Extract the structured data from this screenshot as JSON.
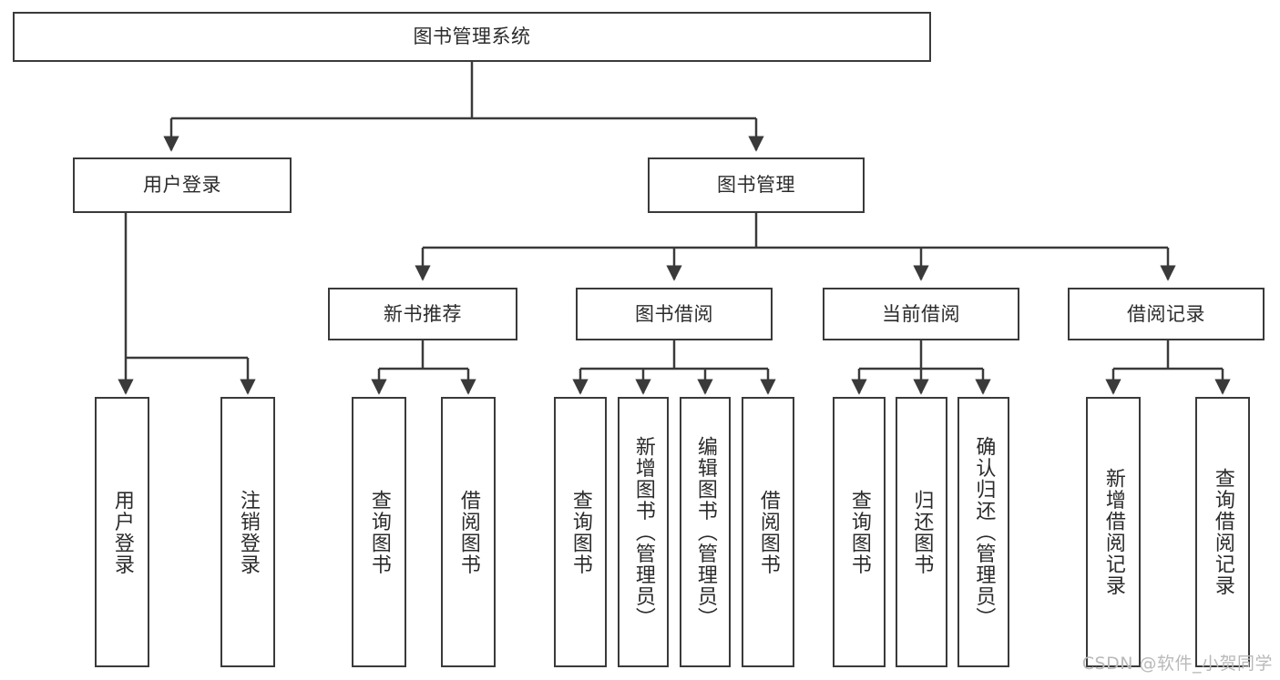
{
  "diagram": {
    "title": "图书管理系统",
    "type": "tree-hierarchy-diagram",
    "root": {
      "label": "图书管理系统"
    },
    "level2": [
      {
        "label": "用户登录"
      },
      {
        "label": "图书管理"
      }
    ],
    "level3": [
      {
        "label": "新书推荐"
      },
      {
        "label": "图书借阅"
      },
      {
        "label": "当前借阅"
      },
      {
        "label": "借阅记录"
      }
    ],
    "leaves": {
      "user_login": [
        {
          "label": "用户登录"
        },
        {
          "label": "注销登录"
        }
      ],
      "new_book_recommend": [
        {
          "label": "查询图书"
        },
        {
          "label": "借阅图书"
        }
      ],
      "book_borrow": [
        {
          "label": "查询图书"
        },
        {
          "label": "新增图书（管理员）"
        },
        {
          "label": "编辑图书（管理员）"
        },
        {
          "label": "借阅图书"
        }
      ],
      "current_borrow": [
        {
          "label": "查询图书"
        },
        {
          "label": "归还图书"
        },
        {
          "label": "确认归还（管理员）"
        }
      ],
      "borrow_record": [
        {
          "label": "新增借阅记录"
        },
        {
          "label": "查询借阅记录"
        }
      ]
    }
  },
  "watermark": {
    "text": "CSDN @软件_小贺同学"
  },
  "colors": {
    "background": "#ffffff",
    "border": "#3a3a3a",
    "text": "#2b2b2b",
    "watermark": "#b9b9b9"
  }
}
